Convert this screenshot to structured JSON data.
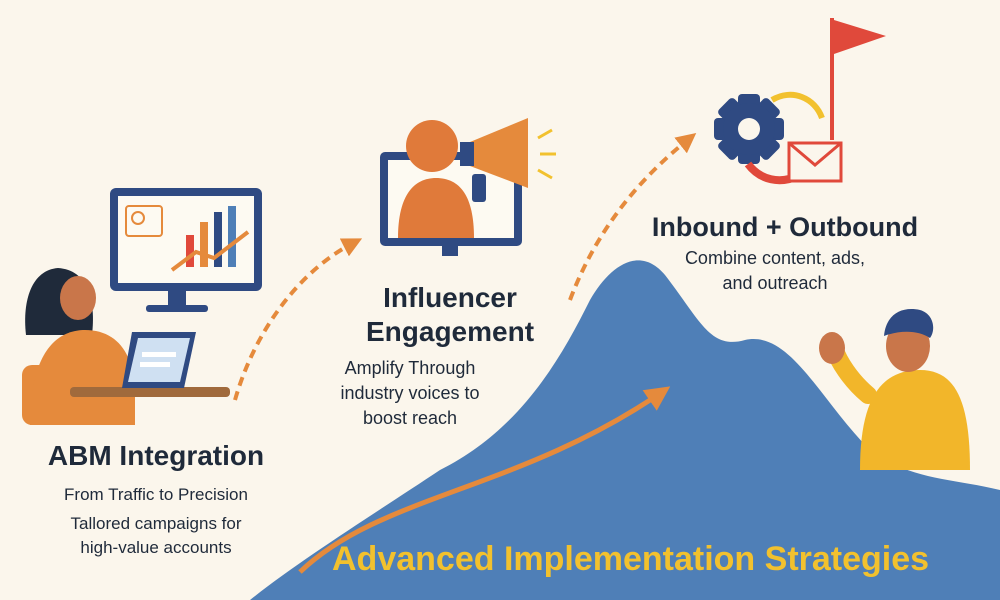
{
  "steps": {
    "abm": {
      "title": "ABM Integration",
      "subtitle": "From Traffic to Precision",
      "desc_line1": "Tallored campaigns for",
      "desc_line2": "high-value accounts"
    },
    "influencer": {
      "title_line1": "Influencer",
      "title_line2": "Engagement",
      "desc_line1": "Amplify Through",
      "desc_line2": "industry voices to",
      "desc_line3": "boost reach"
    },
    "inbound": {
      "title": "Inbound + Outbound",
      "desc_line1": "Combine content, ads,",
      "desc_line2": "and outreach"
    }
  },
  "banner": "Advanced Implementation Strategies",
  "colors": {
    "background": "#fbf6ec",
    "mountain": "#4f7fb7",
    "arrow": "#e58a3c",
    "banner_text": "#f2c12e",
    "heading_text": "#1f2a3a",
    "accent_red": "#e0493b",
    "navy": "#2f4a82"
  },
  "icons": [
    "monitor-chart-icon",
    "laptop-icon",
    "megaphone-icon",
    "gear-icon",
    "envelope-icon",
    "flag-icon"
  ]
}
